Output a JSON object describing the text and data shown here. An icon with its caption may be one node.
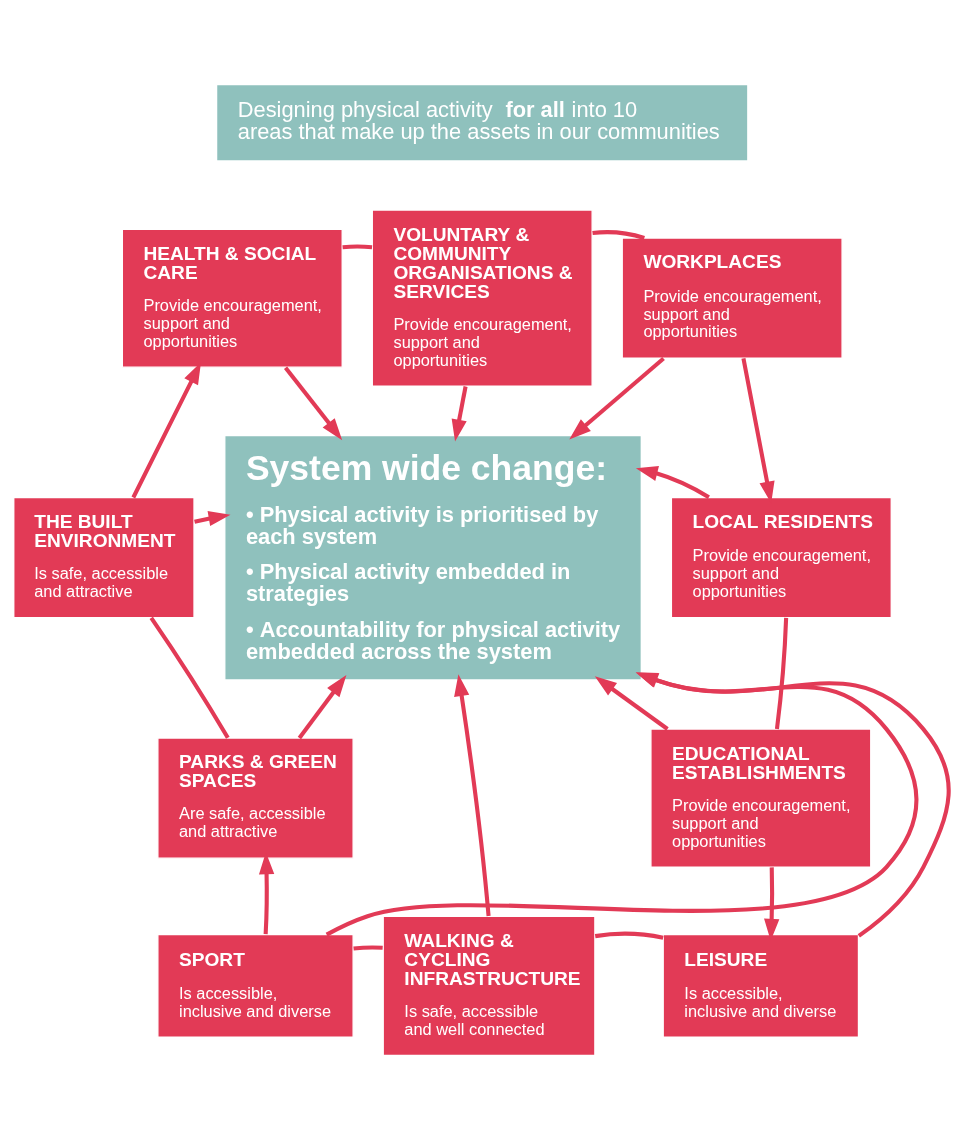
{
  "diagram": {
    "nodes": [
      {
        "text": [
          "Designing physical activity **for all** into 10 areas that make up the assets in our communities"
        ]
      },
      {
        "text": [
          "HEALTH & SOCIAL CARE",
          "Provide encouragement, support and opportunities"
        ]
      },
      {
        "text": [
          "VOLUNTARY & COMMUNITY ORGANISATIONS & SERVICES",
          "Provide encouragement, support and opportunities"
        ]
      },
      {
        "text": [
          "WORKPLACES",
          "Provide encouragement, support and opportunities"
        ]
      },
      {
        "text": [
          "THE BUILT ENVIRONMENT",
          "Is safe, accessible and attractive"
        ]
      },
      {
        "text": [
          "System wide change:",
          "• Physical activity is prioritised by each system",
          "• Physical activity embedded in strategies",
          "• Accountability for physical activity embedded across the system"
        ]
      },
      {
        "text": [
          "LOCAL RESIDENTS",
          "Provide encouragement, support and opportunities"
        ]
      },
      {
        "text": [
          "PARKS & GREEN SPACES",
          "Are safe, accessible and attractive"
        ]
      },
      {
        "text": [
          "EDUCATIONAL ESTABLISHMENTS",
          "Provide encouragement, support and opportunities"
        ]
      },
      {
        "text": [
          "SPORT",
          "Is accessible, inclusive and diverse"
        ]
      },
      {
        "text": [
          "WALKING & CYCLING INFRASTRUCTURE",
          "Is safe, accessible and well connected"
        ]
      },
      {
        "text": [
          "LEISURE",
          "Is accessible, inclusive and diverse"
        ]
      }
    ],
    "edges": [
      {
        "from": 4,
        "to": 1,
        "arrow": "to"
      },
      {
        "from": 1,
        "to": 2,
        "arrow": "none"
      },
      {
        "from": 2,
        "to": 3,
        "arrow": "none"
      },
      {
        "from": 3,
        "to": 6,
        "arrow": "to"
      },
      {
        "from": 6,
        "to": 8,
        "arrow": "none"
      },
      {
        "from": 8,
        "to": 11,
        "arrow": "to"
      },
      {
        "from": 11,
        "to": 10,
        "arrow": "none"
      },
      {
        "from": 10,
        "to": 9,
        "arrow": "none"
      },
      {
        "from": 9,
        "to": 7,
        "arrow": "to"
      },
      {
        "from": 7,
        "to": 4,
        "arrow": "none"
      },
      {
        "from": 1,
        "to": 5,
        "arrow": "to"
      },
      {
        "from": 2,
        "to": 5,
        "arrow": "to"
      },
      {
        "from": 3,
        "to": 5,
        "arrow": "to"
      },
      {
        "from": 4,
        "to": 5,
        "arrow": "to"
      },
      {
        "from": 7,
        "to": 5,
        "arrow": "to"
      },
      {
        "from": 6,
        "to": 5,
        "arrow": "to"
      },
      {
        "from": 8,
        "to": 5,
        "arrow": "to"
      },
      {
        "from": 9,
        "to": 5,
        "arrow": "to"
      },
      {
        "from": 10,
        "to": 5,
        "arrow": "to"
      },
      {
        "from": 11,
        "to": 5,
        "arrow": "to"
      }
    ]
  }
}
